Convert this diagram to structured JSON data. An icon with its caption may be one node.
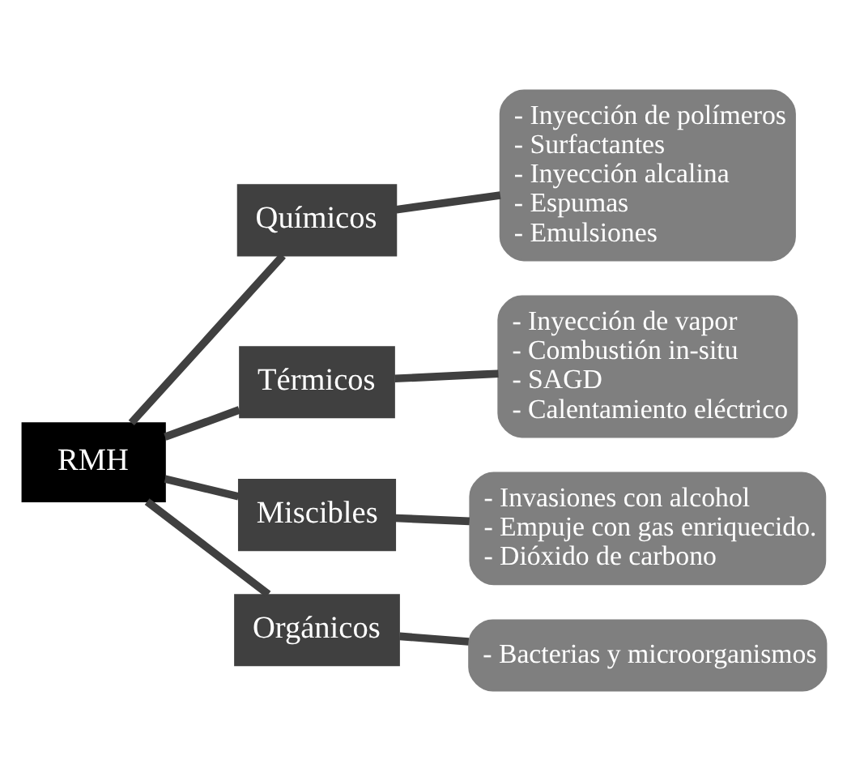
{
  "diagram": {
    "nodes": [
      {
        "text": [
          "RMH"
        ]
      },
      {
        "text": [
          "Químicos"
        ]
      },
      {
        "text": [
          "- Inyección de polímeros",
          "- Surfactantes",
          "- Inyección alcalina",
          "- Espumas",
          "- Emulsiones"
        ]
      },
      {
        "text": [
          "Térmicos"
        ]
      },
      {
        "text": [
          "- Inyección de vapor",
          "- Combustión in-situ",
          "- SAGD",
          "- Calentamiento eléctrico"
        ]
      },
      {
        "text": [
          "Miscibles"
        ]
      },
      {
        "text": [
          "- Invasiones con alcohol",
          "- Empuje con gas enriquecido.",
          "- Dióxido de carbono"
        ]
      },
      {
        "text": [
          "Orgánicos"
        ]
      },
      {
        "text": [
          "- Bacterias y microorganismos"
        ]
      }
    ],
    "edges": [
      {
        "from": 0,
        "to": 1,
        "arrow": "none"
      },
      {
        "from": 0,
        "to": 3,
        "arrow": "none"
      },
      {
        "from": 0,
        "to": 5,
        "arrow": "none"
      },
      {
        "from": 0,
        "to": 7,
        "arrow": "none"
      },
      {
        "from": 1,
        "to": 2,
        "arrow": "none"
      },
      {
        "from": 3,
        "to": 4,
        "arrow": "none"
      },
      {
        "from": 5,
        "to": 6,
        "arrow": "none"
      },
      {
        "from": 7,
        "to": 8,
        "arrow": "none"
      }
    ]
  }
}
